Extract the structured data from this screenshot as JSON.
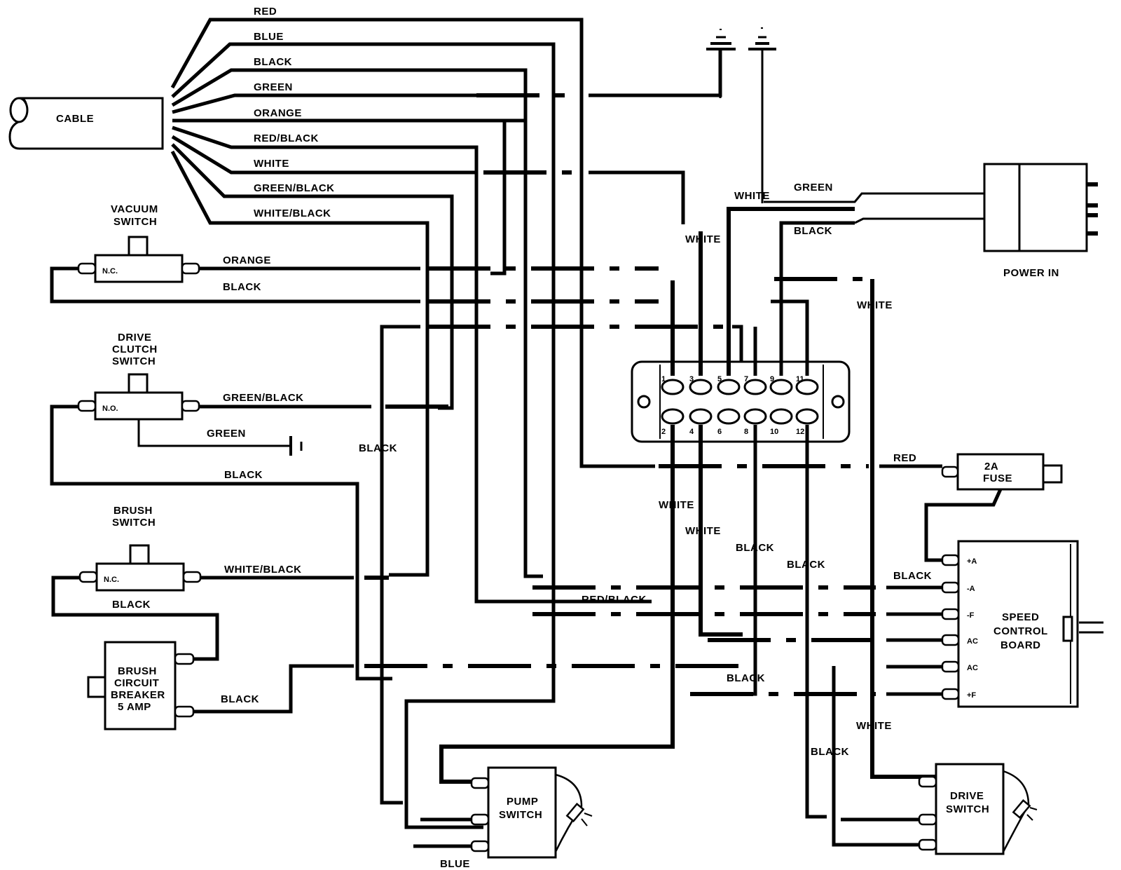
{
  "diagram": {
    "title": "Wiring Diagram",
    "cable": {
      "label": "CABLE",
      "wires": [
        "RED",
        "BLUE",
        "BLACK",
        "GREEN",
        "ORANGE",
        "RED/BLACK",
        "WHITE",
        "GREEN/BLACK",
        "WHITE/BLACK"
      ]
    },
    "vacuum_switch": {
      "label_line1": "VACUUM",
      "label_line2": "SWITCH",
      "contact": "N.C.",
      "wire_top": "ORANGE",
      "wire_bottom": "BLACK"
    },
    "drive_clutch_switch": {
      "label_line1": "DRIVE",
      "label_line2": "CLUTCH",
      "label_line3": "SWITCH",
      "contact": "N.O.",
      "wire_top": "GREEN/BLACK",
      "wire_ground": "GREEN",
      "wire_return": "BLACK"
    },
    "brush_switch": {
      "label_line1": "BRUSH",
      "label_line2": "SWITCH",
      "contact": "N.C.",
      "wire_top": "WHITE/BLACK",
      "wire_bottom": "BLACK"
    },
    "brush_circuit_breaker": {
      "label_line1": "BRUSH",
      "label_line2": "CIRCUIT",
      "label_line3": "BREAKER",
      "label_line4": "5 AMP",
      "wire_out": "BLACK"
    },
    "black_vertical_label": "BLACK",
    "connector": {
      "top_pins": [
        "1",
        "3",
        "5",
        "7",
        "9",
        "11"
      ],
      "bottom_pins": [
        "2",
        "4",
        "6",
        "8",
        "10",
        "12"
      ]
    },
    "power_in": {
      "label": "POWER IN",
      "wire_white": "WHITE",
      "wire_green": "GREEN",
      "wire_black": "BLACK"
    },
    "center_labels": {
      "white_upper": "WHITE",
      "white_right": "WHITE",
      "white_lower_1": "WHITE",
      "white_lower_2": "WHITE",
      "black_1": "BLACK",
      "black_2": "BLACK",
      "red_black": "RED/BLACK",
      "black_bottom": "BLACK",
      "red": "RED",
      "black_speed": "BLACK"
    },
    "fuse": {
      "label_line1": "2A",
      "label_line2": "FUSE"
    },
    "speed_control_board": {
      "label_line1": "SPEED",
      "label_line2": "CONTROL",
      "label_line3": "BOARD",
      "terminals": [
        "+A",
        "-A",
        "-F",
        "AC",
        "AC",
        "+F"
      ]
    },
    "pump_switch": {
      "label_line1": "PUMP",
      "label_line2": "SWITCH",
      "wire_bottom": "BLUE"
    },
    "drive_switch": {
      "label_line1": "DRIVE",
      "label_line2": "SWITCH",
      "wire_white": "WHITE",
      "wire_black": "BLACK"
    }
  }
}
